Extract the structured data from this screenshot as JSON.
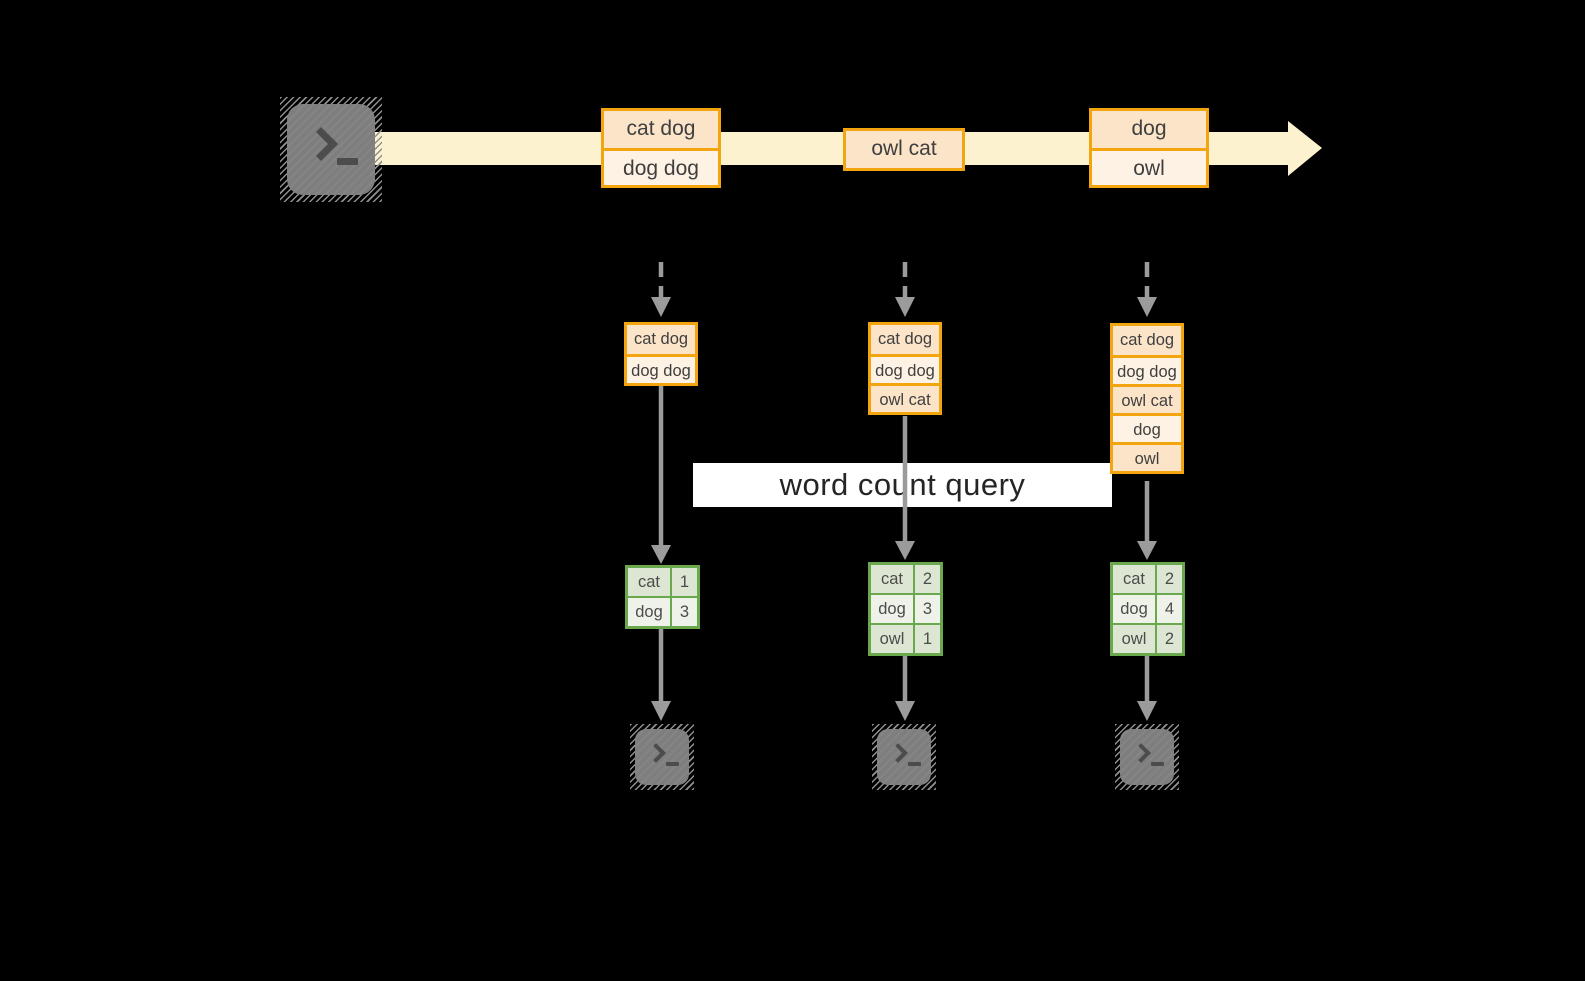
{
  "label": {
    "text": "word count query"
  },
  "stream": {
    "batches": [
      {
        "cells": [
          "cat dog",
          "dog dog"
        ]
      },
      {
        "cells": [
          "owl cat"
        ]
      },
      {
        "cells": [
          "dog",
          "owl"
        ]
      }
    ]
  },
  "accumulated_inputs": [
    {
      "cells": [
        "cat dog",
        "dog dog"
      ]
    },
    {
      "cells": [
        "cat dog",
        "dog dog",
        "owl cat"
      ]
    },
    {
      "cells": [
        "cat dog",
        "dog dog",
        "owl cat",
        "dog",
        "owl"
      ]
    }
  ],
  "word_counts": [
    {
      "rows": [
        {
          "word": "cat",
          "count": "1"
        },
        {
          "word": "dog",
          "count": "3"
        }
      ]
    },
    {
      "rows": [
        {
          "word": "cat",
          "count": "2"
        },
        {
          "word": "dog",
          "count": "3"
        },
        {
          "word": "owl",
          "count": "1"
        }
      ]
    },
    {
      "rows": [
        {
          "word": "cat",
          "count": "2"
        },
        {
          "word": "dog",
          "count": "4"
        },
        {
          "word": "owl",
          "count": "2"
        }
      ]
    }
  ],
  "icons": {
    "source": "terminal-icon",
    "sinks": [
      "terminal-icon",
      "terminal-icon",
      "terminal-icon"
    ]
  },
  "colors": {
    "background": "#000000",
    "stream_band": "#FCF2CF",
    "box_border": "#F2A50E",
    "box_fill_peach": "#FBE4C8",
    "box_fill_cream": "#FDF2E3",
    "table_border": "#6AA84D",
    "table_fill_green": "#DDE6D3",
    "table_fill_white": "#EEF2E9",
    "arrow_gray": "#9B9B9B",
    "terminal_gray": "#7E7E7E",
    "label_bg": "#FFFFFF",
    "label_text": "#252525"
  }
}
